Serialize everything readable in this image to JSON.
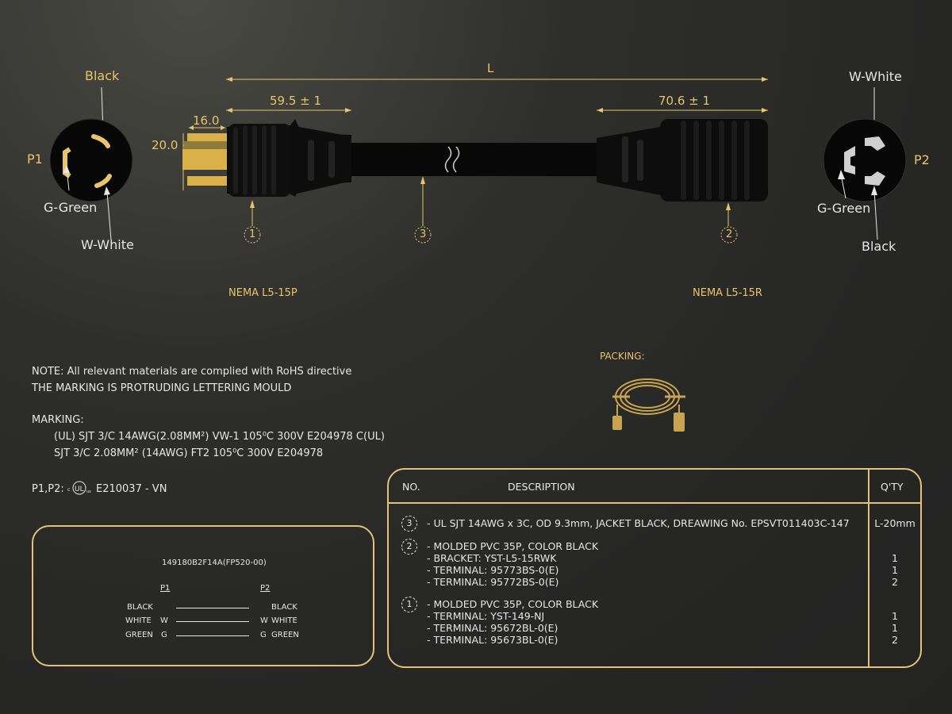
{
  "colors": {
    "gold": "#e9c46a",
    "text": "#e6e6e6",
    "bg": "#262625"
  },
  "p1": {
    "name": "P1",
    "top_label": "Black",
    "left_label": "G-Green",
    "bottom_label": "W-White"
  },
  "p2": {
    "name": "P2",
    "top_label": "W-White",
    "left_label": "G-Green",
    "bottom_label": "Black"
  },
  "dimensions": {
    "overall": "L",
    "left_length": "59.5 ± 1",
    "right_length": "70.6 ± 1",
    "blade_len": "16.0",
    "blade_width": "20.0"
  },
  "callouts": {
    "c1": "1",
    "c2": "2",
    "c3": "3"
  },
  "plug_type": "NEMA L5-15P",
  "receptacle_type": "NEMA L5-15R",
  "packing_label": "PACKING:",
  "notes": {
    "line1": "NOTE: All relevant materials are complied with RoHS directive",
    "line2": "THE MARKING IS PROTRUDING LETTERING MOULD",
    "marking_title": "MARKING:",
    "marking1": "(UL) SJT 3/C 14AWG(2.08MM²) VW-1 105⁰C 300V E204978 C(UL)",
    "marking2": "SJT 3/C 2.08MM² (14AWG) FT2 105⁰C 300V E204978",
    "cert_prefix": "P1,P2:",
    "cert_mark": "cULus",
    "cert_value": "E210037 - VN"
  },
  "wiring": {
    "code": "149180B2F14A(FP520-00)",
    "p1": "P1",
    "p2": "P2",
    "rows": [
      {
        "left_name": "BLACK",
        "left_pin": "",
        "right_pin": "",
        "right_name": "BLACK"
      },
      {
        "left_name": "WHITE",
        "left_pin": "W",
        "right_pin": "W",
        "right_name": "WHITE"
      },
      {
        "left_name": "GREEN",
        "left_pin": "G",
        "right_pin": "G",
        "right_name": "GREEN"
      }
    ]
  },
  "bom": {
    "headers": {
      "no": "NO.",
      "desc": "DESCRIPTION",
      "qty": "Q'TY"
    },
    "item3": {
      "no": "3",
      "desc": "- UL SJT 14AWG x 3C, OD 9.3mm, JACKET BLACK, DREAWING No. EPSVT011403C-147",
      "qty": "L-20mm"
    },
    "item2": {
      "no": "2",
      "lines": [
        "- MOLDED PVC 35P, COLOR BLACK",
        "- BRACKET: YST-L5-15RWK",
        "- TERMINAL: 95773BS-0(E)",
        "- TERMINAL: 95772BS-0(E)"
      ],
      "qtys": [
        "",
        "1",
        "1",
        "2"
      ]
    },
    "item1": {
      "no": "1",
      "lines": [
        "- MOLDED PVC 35P, COLOR BLACK",
        "- TERMINAL: YST-149-NJ",
        "- TERMINAL: 95672BL-0(E)",
        "- TERMINAL: 95673BL-0(E)"
      ],
      "qtys": [
        "",
        "1",
        "1",
        "2"
      ]
    }
  }
}
